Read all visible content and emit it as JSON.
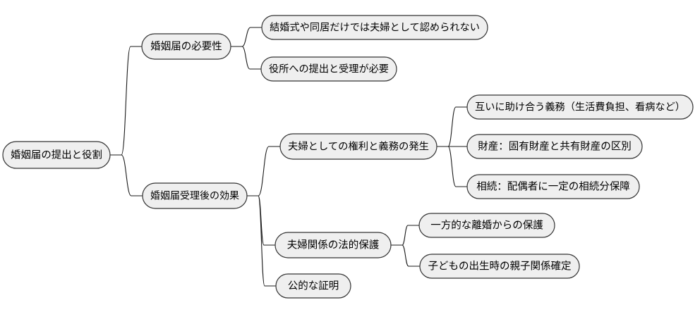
{
  "diagram": {
    "type": "mind-map",
    "title": "婚姻届の提出と役割",
    "orientation": "left-to-right",
    "background_color": "#ffffff",
    "node_fill_color": "#efefef",
    "node_border_color": "#333333",
    "edge_color": "#1a1a1a",
    "text_color": "#000000"
  },
  "nodes": {
    "root": {
      "label": "婚姻届の提出と役割"
    },
    "b1": {
      "label": "婚姻届の必要性"
    },
    "b1c1": {
      "label": "結婚式や同居だけでは夫婦として認められない"
    },
    "b1c2": {
      "label": "役所への提出と受理が必要"
    },
    "b2": {
      "label": "婚姻届受理後の効果"
    },
    "b2c1": {
      "label": "夫婦としての権利と義務の発生"
    },
    "b2c1g1": {
      "label": "互いに助け合う義務（生活費負担、看病など）"
    },
    "b2c1g2": {
      "label": "財産：固有財産と共有財産の区別"
    },
    "b2c1g3": {
      "label": "相続：配偶者に一定の相続分保障"
    },
    "b2c2": {
      "label": "夫婦関係の法的保護"
    },
    "b2c2g1": {
      "label": "一方的な離婚からの保護"
    },
    "b2c2g2": {
      "label": "子どもの出生時の親子関係確定"
    },
    "b2c3": {
      "label": "公的な証明"
    }
  },
  "hierarchy": [
    {
      "id": "root",
      "children": [
        {
          "id": "b1",
          "children": [
            {
              "id": "b1c1"
            },
            {
              "id": "b1c2"
            }
          ]
        },
        {
          "id": "b2",
          "children": [
            {
              "id": "b2c1",
              "children": [
                {
                  "id": "b2c1g1"
                },
                {
                  "id": "b2c1g2"
                },
                {
                  "id": "b2c1g3"
                }
              ]
            },
            {
              "id": "b2c2",
              "children": [
                {
                  "id": "b2c2g1"
                },
                {
                  "id": "b2c2g2"
                }
              ]
            },
            {
              "id": "b2c3"
            }
          ]
        }
      ]
    }
  ]
}
